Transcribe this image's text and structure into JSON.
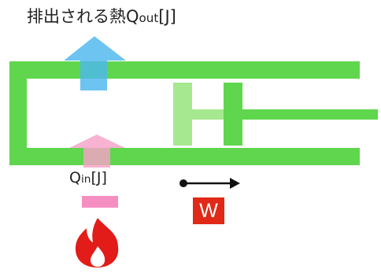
{
  "heat_out_label": {
    "main": "排出される熱Q",
    "sub": "out",
    "unit": "[J]"
  },
  "heat_in_label": {
    "main": "Q",
    "sub": "in",
    "unit": "[J]"
  },
  "work_label": "W",
  "colors": {
    "cylinder": "#5fd64d",
    "piston_ghost": "#a6e88f",
    "arrow_out": "#4fb8ee",
    "arrow_in": "#f6a3c8",
    "heat_bar": "#f68fc1",
    "flame": "#e21c18",
    "work_box": "#e02a17"
  },
  "icons": {
    "flame": "flame-icon",
    "work_arrow": "arrow-right-icon"
  }
}
